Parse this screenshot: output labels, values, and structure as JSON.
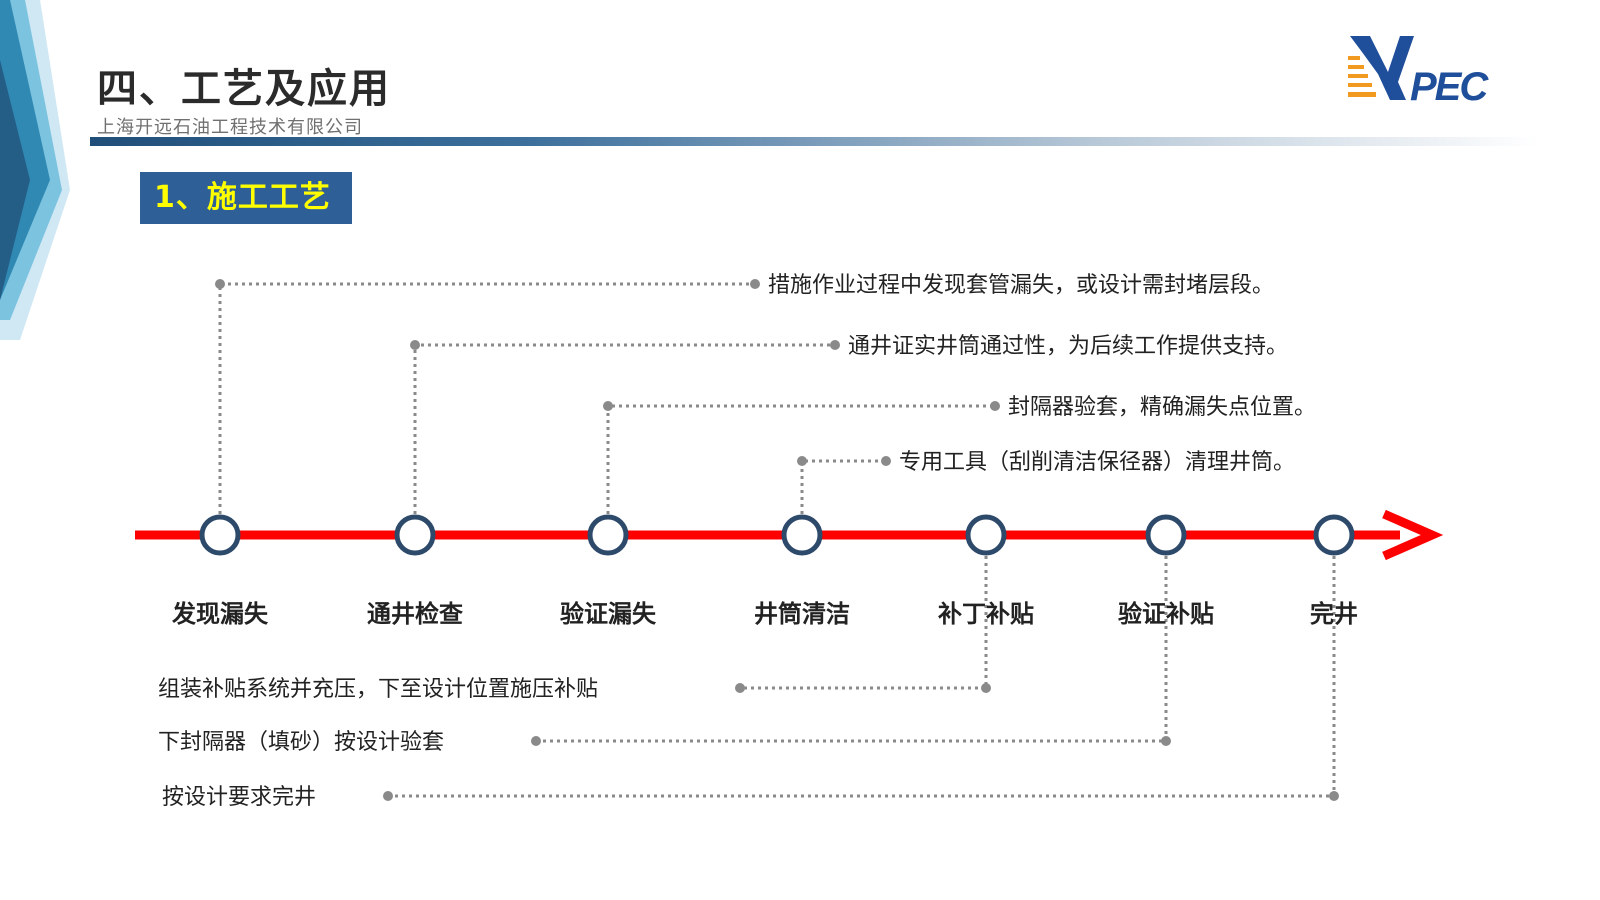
{
  "header": {
    "title": "四、工艺及应用",
    "company": "上海开远石油工程技术有限公司",
    "logo_text": "KPEC"
  },
  "section": {
    "label": "1、施工工艺"
  },
  "timeline": {
    "steps": [
      "发现漏失",
      "通井检查",
      "验证漏失",
      "井筒清洁",
      "补丁补贴",
      "验证补贴",
      "完井"
    ],
    "notes_above": [
      "措施作业过程中发现套管漏失，或设计需封堵层段。",
      "通井证实井筒通过性，为后续工作提供支持。",
      "封隔器验套，精确漏失点位置。",
      "专用工具（刮削清洁保径器）清理井筒。"
    ],
    "notes_below": [
      "组装补贴系统并充压，下至设计位置施压补贴",
      "下封隔器（填砂）按设计验套",
      "按设计要求完井"
    ]
  },
  "colors": {
    "timeline_line": "#ff0000",
    "node_ring": "#2e4a6b",
    "leader": "#8a8a8a",
    "badge_bg": "#2e5f96",
    "badge_text": "#ffff00",
    "logo_blue": "#1f4e9a",
    "logo_orange": "#f29a1f"
  }
}
